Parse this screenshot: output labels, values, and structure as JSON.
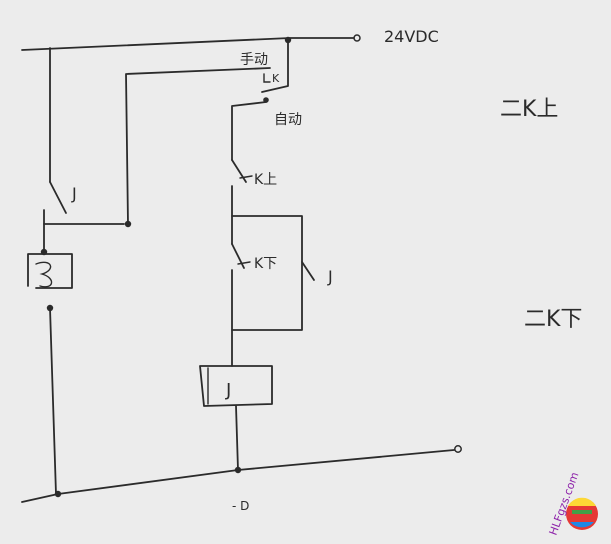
{
  "labels": {
    "supply": "24VDC",
    "manual": "手动",
    "k": "K",
    "auto": "自动",
    "limit_up": "K上",
    "limit_down": "K下",
    "relay_contact_left": "J",
    "relay_contact_right": "J",
    "relay_coil": "J",
    "note_up": "二K上",
    "note_down": "二K下",
    "bottom_mark": "- D"
  },
  "watermark": {
    "text": "HLFgzs.com",
    "colors": [
      "#e53935",
      "#fb8c00",
      "#fdd835",
      "#43a047",
      "#1e88e5",
      "#8e24aa"
    ]
  }
}
